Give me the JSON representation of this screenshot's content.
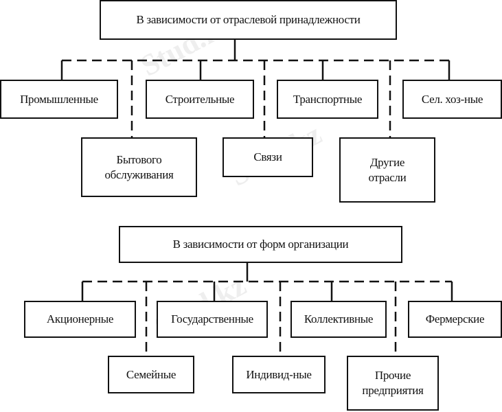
{
  "diagram1": {
    "root": "В зависимости от отраслевой принадлежности",
    "row1": [
      "Промышленные",
      "Строительные",
      "Транспортные",
      "Сел. хоз-ные"
    ],
    "row2": [
      "Бытового обслуживания",
      "Связи",
      "Другие отрасли"
    ]
  },
  "diagram2": {
    "root": "В зависимости от форм организации",
    "row1": [
      "Акционерные",
      "Государственные",
      "Коллективные",
      "Фермерские"
    ],
    "row2": [
      "Семейные",
      "Индивид-ные",
      "Прочие предприятия"
    ]
  },
  "watermark": "Stud.kz"
}
